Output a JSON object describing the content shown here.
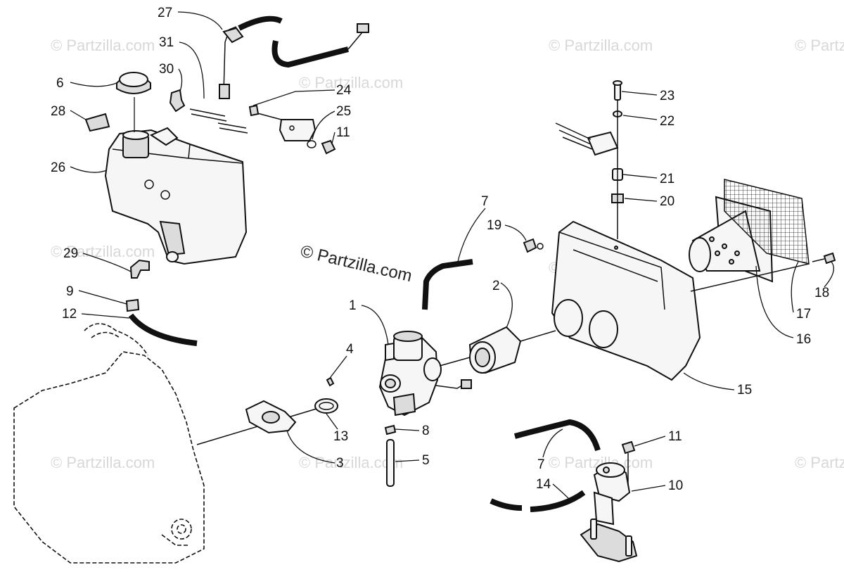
{
  "copyright": "© Partzilla.com",
  "watermark": "© Partzilla.com",
  "callouts": {
    "c1": "1",
    "c2": "2",
    "c3": "3",
    "c4": "4",
    "c5": "5",
    "c6": "6",
    "c7a": "7",
    "c7b": "7",
    "c8": "8",
    "c9": "9",
    "c10": "10",
    "c11a": "11",
    "c11b": "11",
    "c12": "12",
    "c13": "13",
    "c14": "14",
    "c15": "15",
    "c16": "16",
    "c17": "17",
    "c18": "18",
    "c19": "19",
    "c20": "20",
    "c21": "21",
    "c22": "22",
    "c23": "23",
    "c24": "24",
    "c25": "25",
    "c26": "26",
    "c27": "27",
    "c28": "28",
    "c29": "29",
    "c30": "30",
    "c31": "31"
  }
}
